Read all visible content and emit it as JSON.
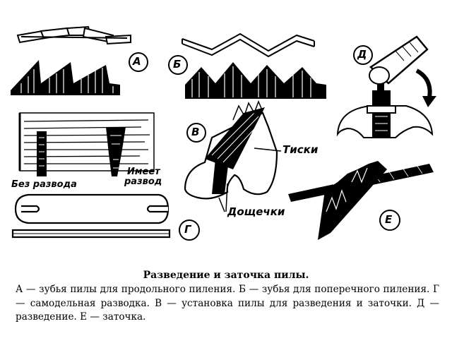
{
  "figure": {
    "labels": {
      "a": "А",
      "b": "Б",
      "v": "В",
      "g": "Г",
      "d": "Д",
      "e": "Е",
      "no_set": "Без развода",
      "has_set_1": "Имеет",
      "has_set_2": "развод",
      "vise": "Тиски",
      "boards": "Дощечки"
    },
    "caption": {
      "title": "Разведение и заточка пилы.",
      "text": "А — зубья пилы для продольного пиления. Б — зубья для поперечного пиления. Г — самодельная разводка. В — установка пилы для разведения и заточки. Д — разведение. Е — заточка."
    }
  }
}
